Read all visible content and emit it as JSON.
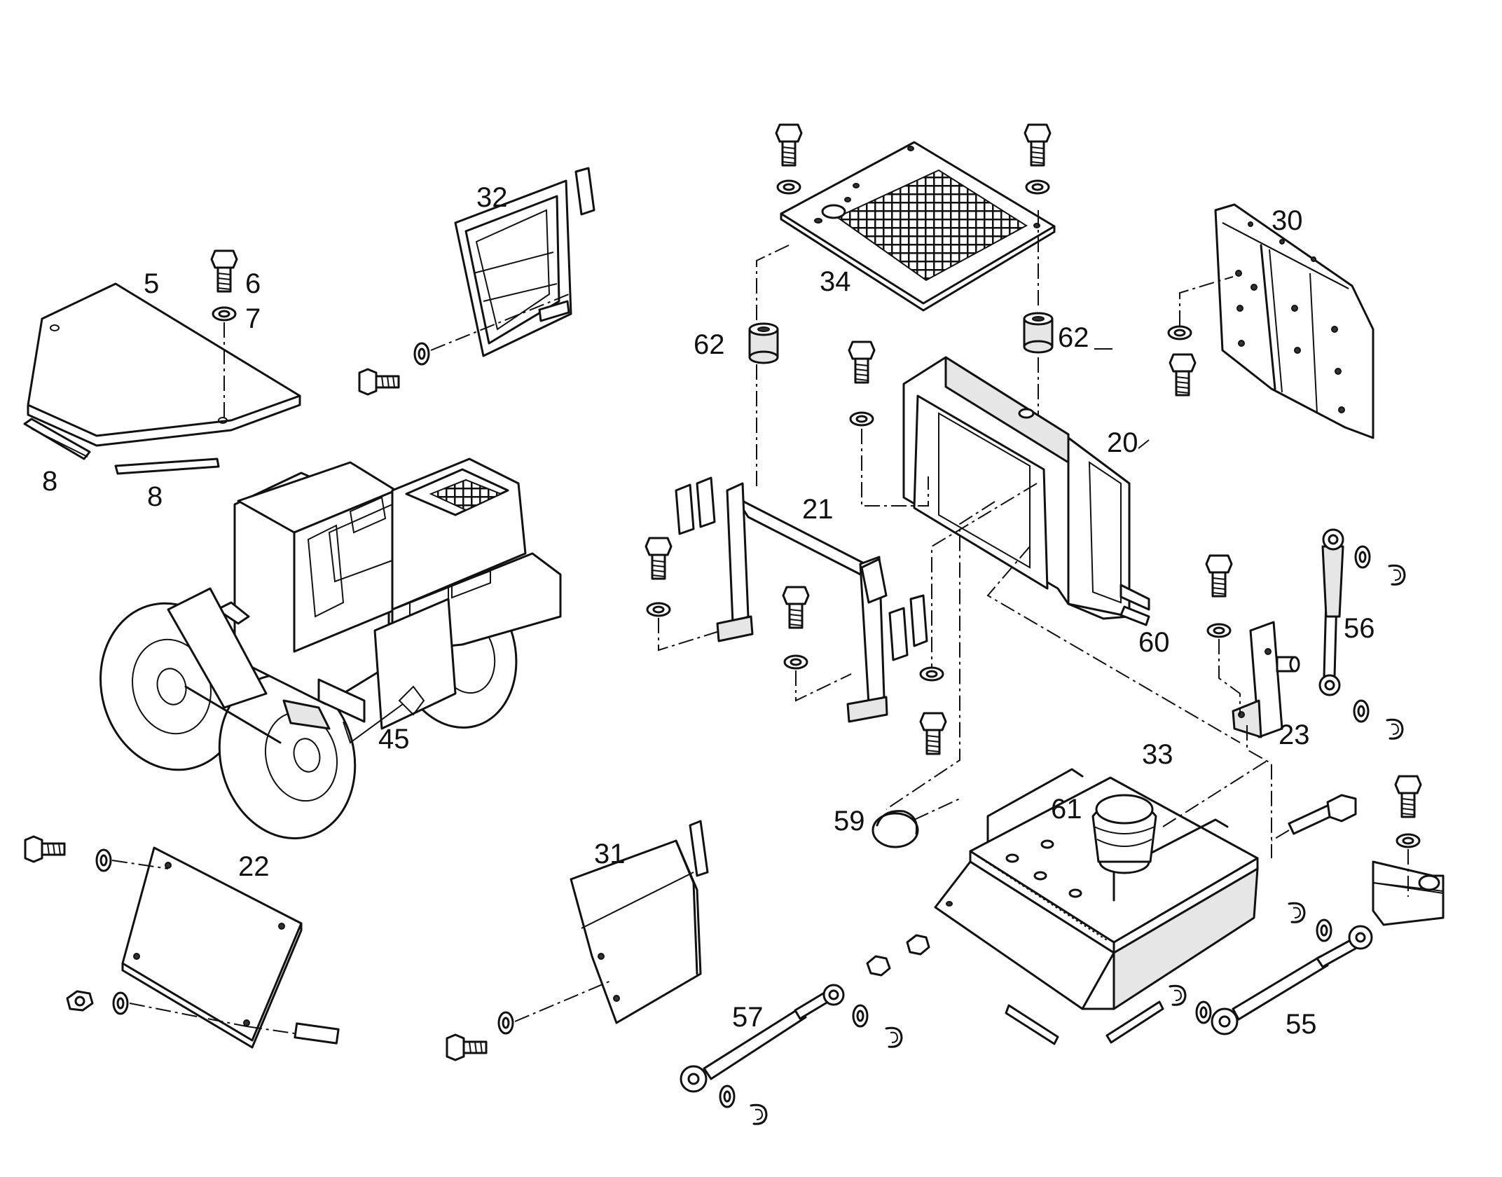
{
  "figure": {
    "part_numbers": [
      "5",
      "6",
      "7",
      "8",
      "8",
      "32",
      "34",
      "62",
      "62",
      "30",
      "20",
      "21",
      "60",
      "56",
      "23",
      "45",
      "22",
      "59",
      "61",
      "33",
      "31",
      "57",
      "55"
    ]
  }
}
